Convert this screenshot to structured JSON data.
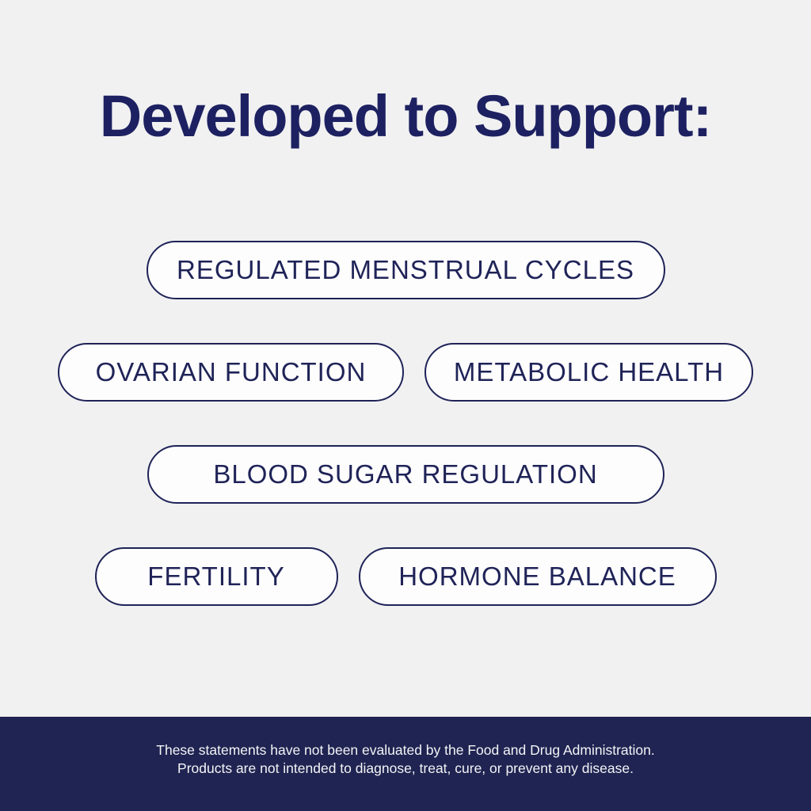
{
  "page": {
    "background_color": "#f1f1f2",
    "accent_navy": "#1f2357"
  },
  "heading": {
    "text": "Developed to Support:"
  },
  "pills": [
    {
      "label": "REGULATED MENSTRUAL CYCLES"
    },
    {
      "label": "OVARIAN FUNCTION"
    },
    {
      "label": "METABOLIC HEALTH"
    },
    {
      "label": "BLOOD SUGAR REGULATION"
    },
    {
      "label": "FERTILITY"
    },
    {
      "label": "HORMONE BALANCE"
    }
  ],
  "footer": {
    "background_color": "#1f2452",
    "text_color": "#f4f4f6",
    "line1": "These statements have not been evaluated by the Food and Drug Administration.",
    "line2": "Products are not intended to diagnose, treat, cure, or prevent any disease."
  }
}
